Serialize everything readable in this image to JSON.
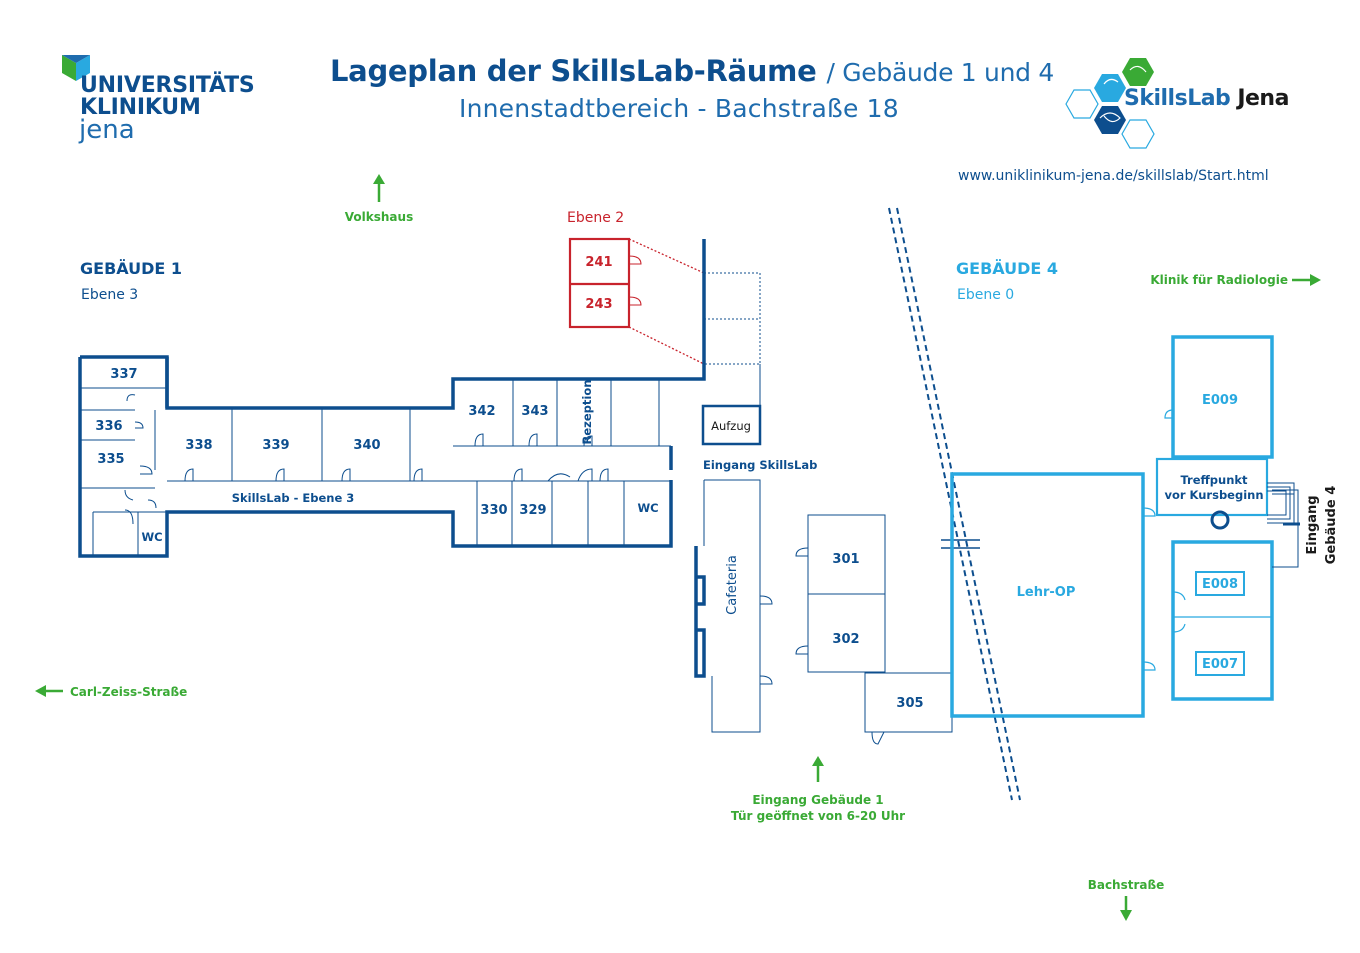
{
  "header": {
    "title": "Lageplan der SkillsLab-Räume",
    "title_suffix": "/ Gebäude 1 und 4",
    "subtitle": "Innenstadtbereich - Bachstraße 18",
    "url": "www.uniklinikum-jena.de/skillslab/Start.html"
  },
  "logo_left": {
    "line1": "UNIVERSITÄTS",
    "line2": "KLINIKUM",
    "line3": "jena"
  },
  "logo_right": {
    "part1": "SkillsLab",
    "part2": "Jena"
  },
  "colors": {
    "dark_blue": "#0d4e8e",
    "light_blue": "#29a9e0",
    "red": "#c8232c",
    "green": "#3aaa35"
  },
  "buildings": {
    "b1_title": "GEBÄUDE 1",
    "b1_level": "Ebene 3",
    "b4_title": "GEBÄUDE 4",
    "b4_level": "Ebene 0",
    "ebene2": "Ebene 2"
  },
  "rooms": {
    "r241": "241",
    "r243": "243",
    "r337": "337",
    "r336": "336",
    "r335": "335",
    "wc1": "WC",
    "r338": "338",
    "r339": "339",
    "r340": "340",
    "r342": "342",
    "r343": "343",
    "rezeption": "Rezeption",
    "aufzug": "Aufzug",
    "eingang_skillslab": "Eingang SkillsLab",
    "corridor": "SkillsLab - Ebene 3",
    "r330": "330",
    "r329": "329",
    "wc2": "WC",
    "cafeteria": "Cafeteria",
    "r301": "301",
    "r302": "302",
    "r305": "305",
    "lehr_op": "Lehr-OP",
    "e009": "E009",
    "treffpunkt_1": "Treffpunkt",
    "treffpunkt_2": "vor Kursbeginn",
    "e008": "E008",
    "e007": "E007",
    "eingang_g4_1": "Eingang",
    "eingang_g4_2": "Gebäude 4"
  },
  "directions": {
    "volkshaus": "Volkshaus",
    "radiologie": "Klinik für Radiologie",
    "carl_zeiss": "Carl-Zeiss-Straße",
    "eingang_g1_1": "Eingang Gebäude 1",
    "eingang_g1_2": "Tür geöffnet von 6-20 Uhr",
    "bachstrasse": "Bachstraße"
  }
}
